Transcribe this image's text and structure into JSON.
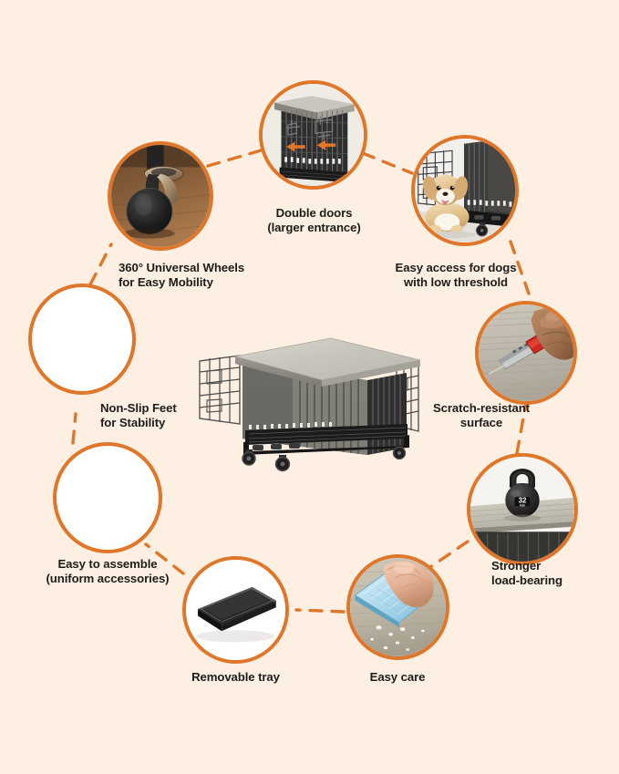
{
  "page": {
    "title": "Dog Crate Feature Highlights Infographic",
    "background_color": "#fdf0e2",
    "accent_color": "#e0762a",
    "text_color": "#1d1d1b"
  },
  "hero": {
    "name": "furniture-style-dog-crate",
    "description": "Wooden-top metal dog crate with double doors open and caster wheels"
  },
  "features": [
    {
      "id": "wheels",
      "label": "360° Universal Wheels\nfor Easy Mobility",
      "icon": "caster-wheel-photo",
      "has_photo": true
    },
    {
      "id": "double-doors",
      "label": "Double doors\n(larger entrance)",
      "icon": "crate-double-door-photo",
      "has_photo": true
    },
    {
      "id": "low-threshold",
      "label": "Easy access for dogs\nwith low threshold",
      "icon": "puppy-entering-crate-photo",
      "has_photo": true
    },
    {
      "id": "scratch-resistant",
      "label": "Scratch-resistant\nsurface",
      "icon": "utility-knife-scratch-test-photo",
      "has_photo": true
    },
    {
      "id": "load-bearing",
      "label": "Stronger\nload-bearing",
      "icon": "kettlebell-on-crate-top-photo",
      "has_photo": true,
      "weight_label": "32",
      "weight_unit": "KG"
    },
    {
      "id": "easy-care",
      "label": "Easy care",
      "icon": "wiping-cloth-photo",
      "has_photo": true
    },
    {
      "id": "removable-tray",
      "label": "Removable tray",
      "icon": "black-removable-tray-photo",
      "has_photo": true
    },
    {
      "id": "easy-assemble",
      "label": "Easy to assemble\n(uniform accessories)",
      "icon": "blank-circle",
      "has_photo": false
    },
    {
      "id": "non-slip-feet",
      "label": "Non-Slip Feet\nfor Stability",
      "icon": "blank-circle",
      "has_photo": false
    }
  ]
}
